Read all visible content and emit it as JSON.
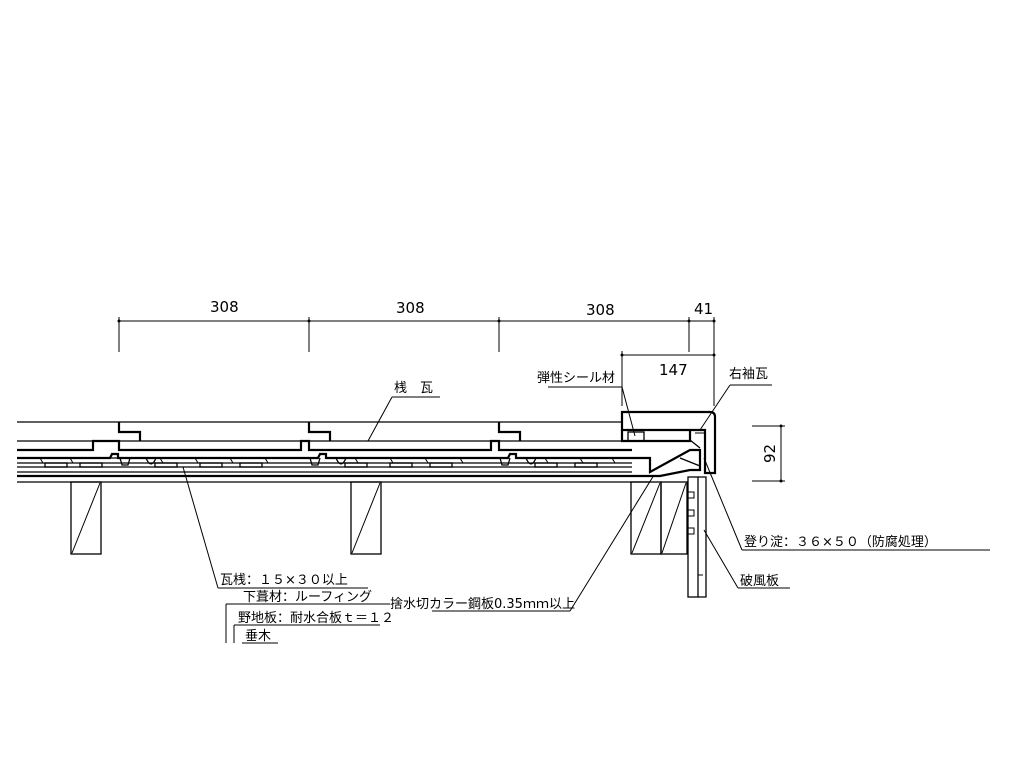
{
  "dimensions": {
    "span_1": "308",
    "span_2": "308",
    "span_3": "308",
    "span_4": "41",
    "overhang": "147",
    "height": "92"
  },
  "labels": {
    "sankawara": "桟　瓦",
    "seal": "弾性シール材",
    "right_sode": "右袖瓦",
    "nobori_yodo": "登り淀：３６×５０（防腐処理）",
    "hafu": "破風板",
    "flashing": "捨水切カラー鋼板0.35ｍｍ以上",
    "kawarazan": "瓦桟：１５×３０以上",
    "underlay": "下葺材：ルーフィング",
    "sheathing": "野地板：耐水合板ｔ＝１２",
    "rafter": "垂木"
  }
}
